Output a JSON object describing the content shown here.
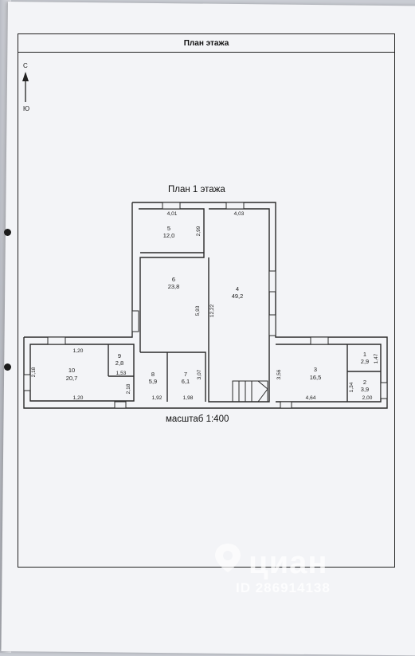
{
  "sheet": {
    "title": "План этажа",
    "compass_north": "С",
    "compass_south": "Ю"
  },
  "plan": {
    "title": "План 1 этажа",
    "scale_label": "масштаб 1:400",
    "rooms": [
      {
        "num": "5",
        "area": "12,0"
      },
      {
        "num": "4",
        "area": "49,2"
      },
      {
        "num": "6",
        "area": "23,8"
      },
      {
        "num": "10",
        "area": "20,7"
      },
      {
        "num": "9",
        "area": "2,8"
      },
      {
        "num": "8",
        "area": "5,9"
      },
      {
        "num": "7",
        "area": "6,1"
      },
      {
        "num": "3",
        "area": "16,5"
      },
      {
        "num": "1",
        "area": "2,9"
      },
      {
        "num": "2",
        "area": "3,9"
      }
    ],
    "dimensions": [
      "4,01",
      "2,99",
      "4,03",
      "5,93",
      "12,22",
      "1,20",
      "2,18",
      "1,53",
      "2,18",
      "1,20",
      "1,92",
      "1,98",
      "3,07",
      "3,56",
      "4,64",
      "1,47",
      "1,34",
      "2,00"
    ]
  },
  "watermark": {
    "brand": "циан",
    "id": "ID 286914138"
  }
}
